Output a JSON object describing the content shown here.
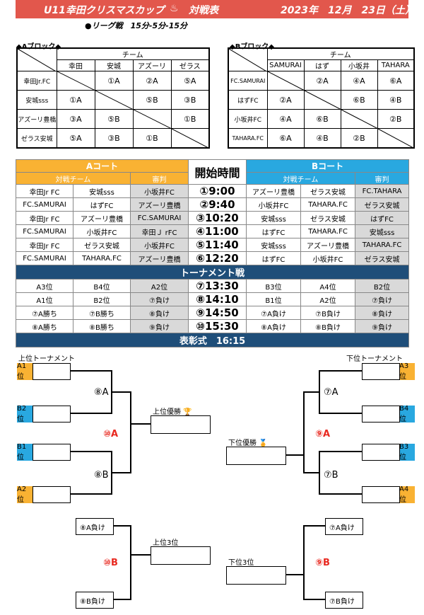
{
  "header": {
    "title": "U11幸田クリスマスカップ",
    "title_suffix": "対戦表",
    "date": "2023年　12月　23日（土）",
    "subtitle": "●リーグ戦　15分-5分-15分"
  },
  "block_a": {
    "label": "◆Aブロック◆",
    "team_header": "チーム",
    "columns": [
      "幸田",
      "安城",
      "アズーリ",
      "ゼラス"
    ],
    "rows": [
      {
        "name": "幸田Jr.FC",
        "cells": [
          "",
          "①A",
          "②A",
          "⑤A"
        ]
      },
      {
        "name": "安城sss",
        "cells": [
          "①A",
          "",
          "⑤B",
          "③B"
        ]
      },
      {
        "name": "アズーリ豊橋",
        "cells": [
          "③A",
          "⑤B",
          "",
          "①B"
        ]
      },
      {
        "name": "ゼラス安城",
        "cells": [
          "⑤A",
          "③B",
          "①B",
          ""
        ]
      }
    ]
  },
  "block_b": {
    "label": "◆Bブロック◆",
    "team_header": "チーム",
    "columns": [
      "SAMURAI",
      "はず",
      "小坂井",
      "TAHARA"
    ],
    "rows": [
      {
        "name": "FC.SAMURAI",
        "cells": [
          "",
          "②A",
          "④A",
          "⑥A"
        ]
      },
      {
        "name": "はずFC",
        "cells": [
          "②A",
          "",
          "⑥B",
          "④B"
        ]
      },
      {
        "name": "小坂井FC",
        "cells": [
          "④A",
          "⑥B",
          "",
          "②B"
        ]
      },
      {
        "name": "TAHARA.FC",
        "cells": [
          "⑥A",
          "④B",
          "②B",
          ""
        ]
      }
    ]
  },
  "schedule": {
    "court_a": "Aコート",
    "court_b": "Bコート",
    "start_time": "開始時間",
    "match_header": "対戦チーム",
    "referee_header": "審判",
    "league_rows": [
      {
        "a1": "幸田Jr FC",
        "a2": "安城sss",
        "aref": "小坂井FC",
        "time": "①9:00",
        "b1": "アズーリ豊橋",
        "b2": "ゼラス安城",
        "bref": "FC.TAHARA"
      },
      {
        "a1": "FC.SAMURAI",
        "a2": "はずFC",
        "aref": "アズーリ豊橋",
        "time": "②9:40",
        "b1": "小坂井FC",
        "b2": "TAHARA.FC",
        "bref": "ゼラス安城"
      },
      {
        "a1": "幸田Jr FC",
        "a2": "アズーリ豊橋",
        "aref": "FC.SAMURAI",
        "time": "③10:20",
        "b1": "安城sss",
        "b2": "ゼラス安城",
        "bref": "はずFC"
      },
      {
        "a1": "FC.SAMURAI",
        "a2": "小坂井FC",
        "aref": "幸田Ｊ rFC",
        "time": "④11:00",
        "b1": "はずFC",
        "b2": "TAHARA.FC",
        "bref": "安城sss"
      },
      {
        "a1": "幸田Jr FC",
        "a2": "ゼラス安城",
        "aref": "小坂井FC",
        "time": "⑤11:40",
        "b1": "安城sss",
        "b2": "アズーリ豊橋",
        "bref": "TAHARA.FC"
      },
      {
        "a1": "FC.SAMURAI",
        "a2": "TAHARA.FC",
        "aref": "アズーリ豊橋",
        "time": "⑥12:20",
        "b1": "はずFC",
        "b2": "小坂井FC",
        "bref": "ゼラス安城"
      }
    ],
    "tournament_label": "トーナメント戦",
    "tournament_rows": [
      {
        "a1": "A3位",
        "a2": "B4位",
        "aref": "A2位",
        "time": "⑦13:30",
        "b1": "B3位",
        "b2": "A4位",
        "bref": "B2位"
      },
      {
        "a1": "A1位",
        "a2": "B2位",
        "aref": "⑦負け",
        "time": "⑧14:10",
        "b1": "B1位",
        "b2": "A2位",
        "bref": "⑦負け"
      },
      {
        "a1": "⑦A勝ち",
        "a2": "⑦B勝ち",
        "aref": "⑧負け",
        "time": "⑨14:50",
        "b1": "⑦A負け",
        "b2": "⑦B負け",
        "bref": "⑧負け"
      },
      {
        "a1": "⑧A勝ち",
        "a2": "⑧B勝ち",
        "aref": "⑨負け",
        "time": "⑩15:30",
        "b1": "⑧A負け",
        "b2": "⑧B負け",
        "bref": "⑨負け"
      }
    ],
    "ceremony": "表彰式　16:15"
  },
  "bracket": {
    "upper_title": "上位トーナメント",
    "lower_title": "下位トーナメント",
    "upper_seeds": [
      "A1位",
      "B2位",
      "B1位",
      "A2位"
    ],
    "lower_seeds": [
      "A3位",
      "B4位",
      "B3位",
      "A4位"
    ],
    "upper_semis": [
      "⑧A",
      "⑧B"
    ],
    "upper_final": "⑩A",
    "lower_semis": [
      "⑦A",
      "⑦B"
    ],
    "lower_final": "⑨A",
    "upper_winner": "上位優勝",
    "lower_winner": "下位優勝",
    "upper_third_inputs": [
      "⑧A負け",
      "⑧B負け"
    ],
    "upper_third_match": "⑩B",
    "upper_third": "上位3位",
    "lower_third_inputs": [
      "⑦A負け",
      "⑦B負け"
    ],
    "lower_third_match": "⑨B",
    "lower_third": "下位3位"
  },
  "colors": {
    "header_red": "#e2574c",
    "court_a_orange": "#f9b233",
    "court_b_blue": "#29a8e0",
    "band_navy": "#1f4e79",
    "match_red": "#e8281f"
  }
}
